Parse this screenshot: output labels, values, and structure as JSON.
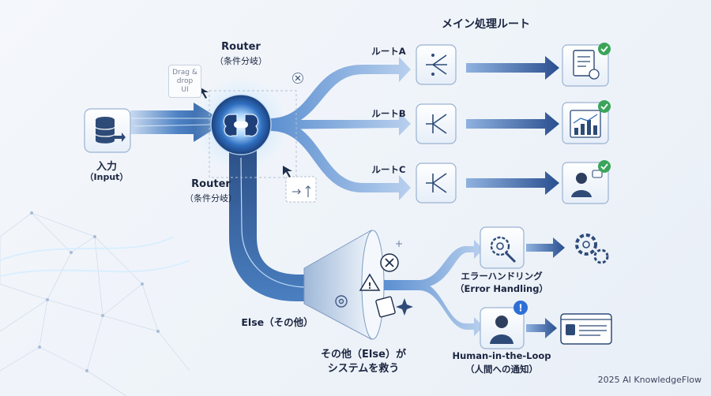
{
  "header": {
    "main_route_title": "メイン処理ルート"
  },
  "router_top": {
    "label": "Router",
    "sub": "（条件分岐）"
  },
  "router_mid": {
    "label": "Router",
    "sub": "（条件分岐）"
  },
  "input": {
    "label": "入力",
    "sub": "（Input）"
  },
  "drag_drop": {
    "label": "Drag &\ndrop\nUI"
  },
  "routes": [
    {
      "label": "ルートA"
    },
    {
      "label": "ルートB"
    },
    {
      "label": "ルートC"
    }
  ],
  "else": {
    "label": "Else（その他）"
  },
  "caption": {
    "line1": "その他（Else）が",
    "line2": "システムを救う"
  },
  "error": {
    "label": "エラーハンドリング",
    "sub": "（Error Handling）"
  },
  "human": {
    "label": "Human-in-the-Loop",
    "sub": "（人間への通知）"
  },
  "footer": {
    "text": "2025 AI KnowledgeFlow"
  },
  "colors": {
    "accent": "#2f6fb8",
    "arrow_dark": "#2e4f86",
    "check": "#3aa55a",
    "alert": "#2d6fd6",
    "node_bg": "#edf3fb"
  }
}
